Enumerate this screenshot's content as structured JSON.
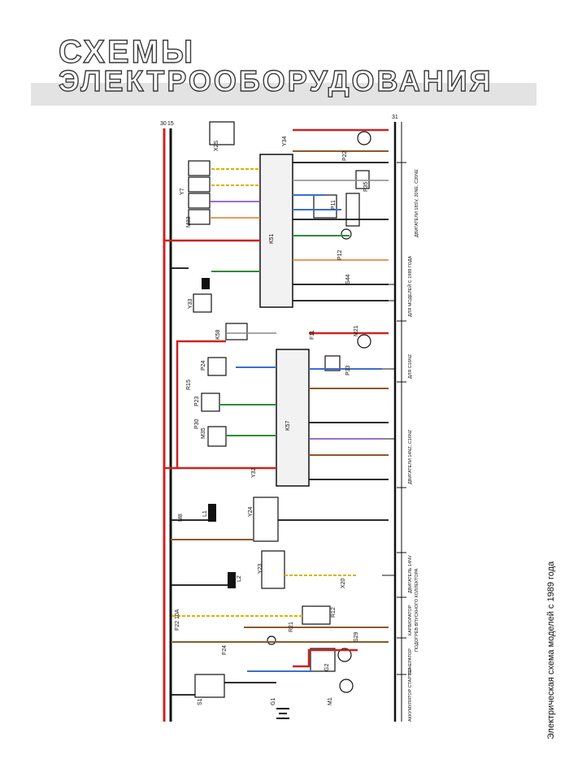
{
  "header": {
    "title_line1": "СХЕМЫ",
    "title_line2": "ЭЛЕКТРООБОРУДОВАНИЯ"
  },
  "caption": "Электрическая схема моделей с 1989 года",
  "diagram": {
    "bus_labels": [
      "30",
      "15",
      "31"
    ],
    "components": [
      "S1",
      "G1",
      "M1",
      "G2",
      "F24",
      "F22 10A",
      "R12",
      "R21",
      "S29",
      "X20",
      "Y23",
      "L2",
      "Y24",
      "L1",
      "M8",
      "Y32",
      "K57",
      "M35",
      "R15",
      "P23",
      "P24",
      "P30",
      "P33",
      "F11",
      "M21",
      "K58",
      "K51",
      "Y7",
      "M33",
      "Y33",
      "S44",
      "P12",
      "P11",
      "P35",
      "P22",
      "Y34",
      "X2S"
    ],
    "sections": [
      "АККУМУЛЯТОР СТАРТЕР",
      "ГЕНЕРАТОР",
      "ПОДОГРЕВ ВПУСКНОГО КОЛЛЕКТОРА",
      "КАРБЮРАТОР",
      "ДВИГАТЕЛЬ 14NV",
      "ДВИГАТЕЛИ 14NZ, C16NZ",
      "ДЛЯ C16NZ",
      "ДЛЯ МОДЕЛЕЙ С 1989 ГОДА",
      "ДВИГАТЕЛИ 18SV, 20NE, C20NE"
    ]
  }
}
